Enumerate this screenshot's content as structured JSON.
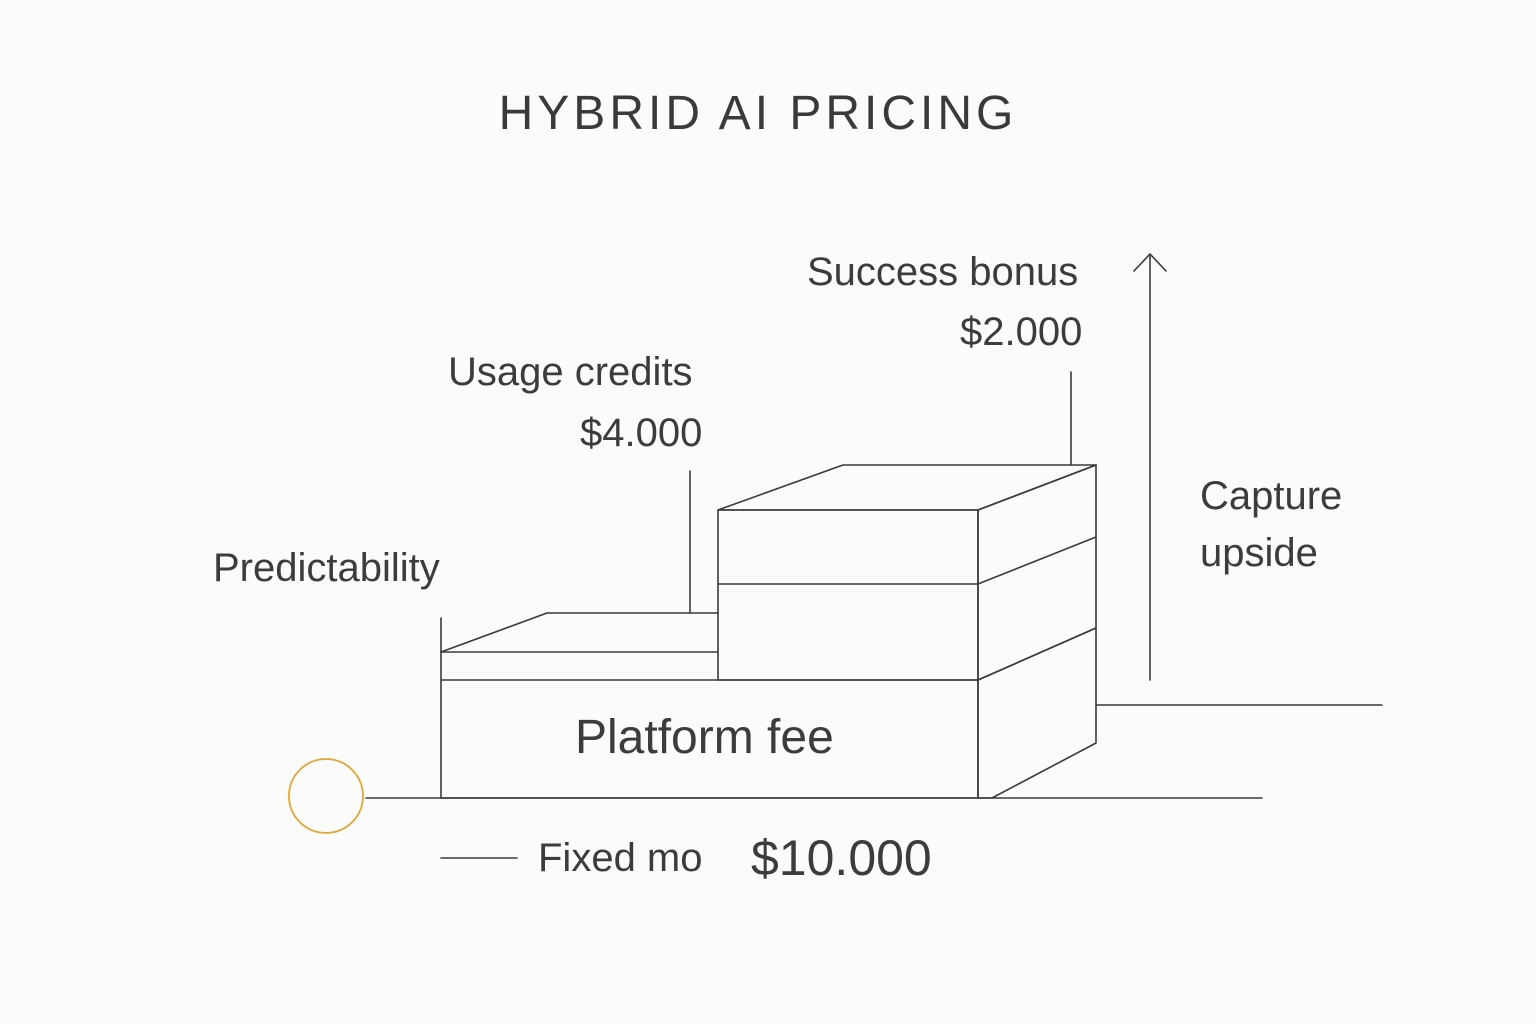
{
  "title": "HYBRID AI PRICING",
  "colors": {
    "stroke": "#3a3a3a",
    "text": "#3c3c3c",
    "accent_circle": "#e0a63a",
    "background": "#fbfbf9"
  },
  "labels": {
    "predictability": "Predictability",
    "usage_credits": {
      "name": "Usage credits",
      "amount": "$4.000"
    },
    "success_bonus": {
      "name": "Success bonus",
      "amount": "$2.000"
    },
    "capture_upside": {
      "line1": "Capture",
      "line2": "upside"
    },
    "platform_fee": "Platform fee",
    "fixed": {
      "label": "Fixed mo",
      "amount": "$10.000"
    }
  },
  "icons": {
    "start_marker": "circle-icon",
    "upside_arrow": "arrow-up-icon"
  }
}
